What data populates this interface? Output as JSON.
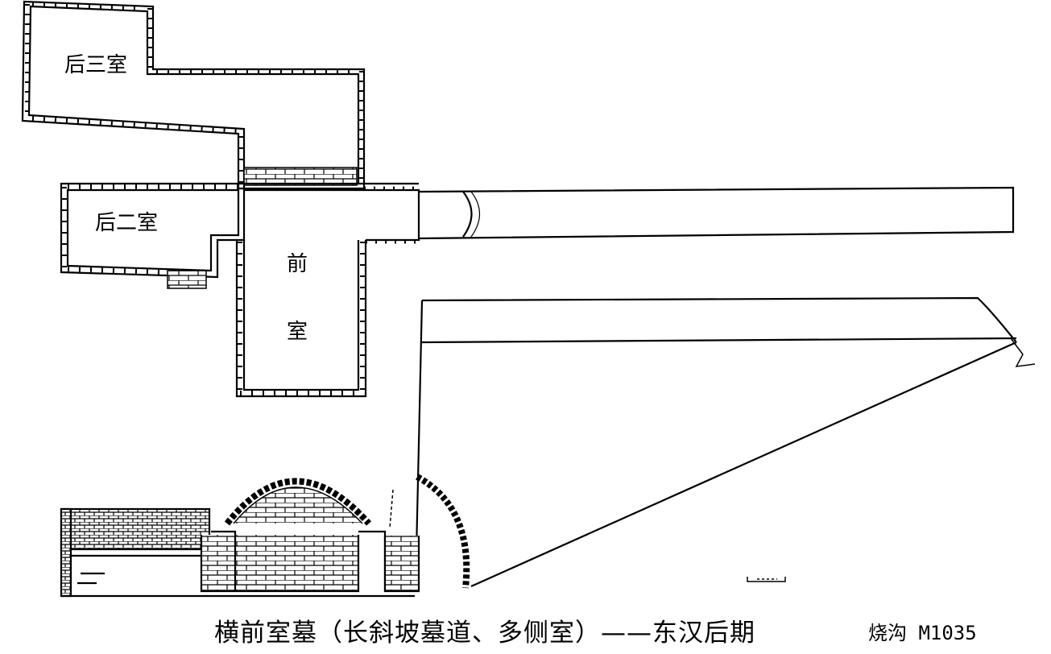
{
  "labels": {
    "rear_chamber_3": "后三室",
    "rear_chamber_2": "后二室",
    "front_chamber_char1": "前",
    "front_chamber_char2": "室"
  },
  "caption": {
    "title": "横前室墓（长斜坡墓道、多侧室）——东汉后期",
    "site_code": "烧沟 M1035"
  },
  "colors": {
    "ink": "#000000",
    "paper": "#ffffff"
  }
}
